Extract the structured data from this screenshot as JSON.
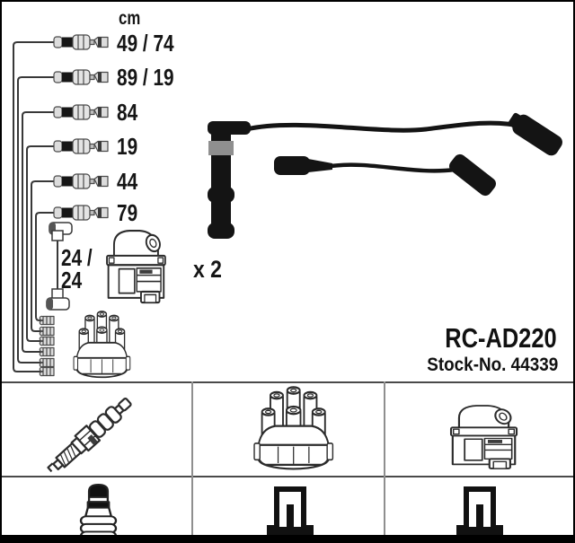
{
  "product": {
    "part_number": "RC-AD220",
    "stock_number": "Stock-No. 44339",
    "coil_quantity": "x 2"
  },
  "measurements": {
    "unit": "cm",
    "cable_lengths": [
      "49 / 74",
      "89 / 19",
      "84",
      "19",
      "44",
      "79"
    ],
    "coil_cable_length_line1": "24 /",
    "coil_cable_length_line2": "24"
  },
  "figures": {
    "main": [
      "cable-set-schematic",
      "coil-lead-drawing",
      "ignition-coil-drawing",
      "distributor-cap-drawing",
      "ignition-cable-photo-long",
      "ignition-cable-photo-short"
    ],
    "legend_row1": [
      "spark-plug-drawing",
      "distributor-cap-drawing",
      "ignition-coil-drawing"
    ],
    "legend_row2": [
      "sae-terminal-nut-drawing",
      "din-terminal-silhouette",
      "din-terminal-silhouette"
    ]
  },
  "colors": {
    "background": "#ffffff",
    "border": "#000000",
    "line_art": "#2b2b2b",
    "cable_photo_black": "#141414",
    "metal_band_gray": "#8f8f8f"
  }
}
